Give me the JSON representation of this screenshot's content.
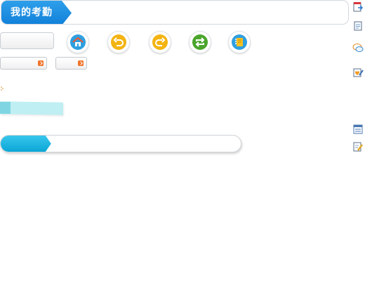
{
  "header": {
    "title": "我的考勤"
  },
  "search": {
    "value": "",
    "placeholder": ""
  },
  "progress": {
    "fraction": 0.21
  },
  "toolbar": {
    "buttons": [
      {
        "name": "home-button",
        "icon": "home-icon",
        "color": "#2f9fe0"
      },
      {
        "name": "back-button",
        "icon": "undo-arrow-icon",
        "color": "#f3b413"
      },
      {
        "name": "forward-button",
        "icon": "redo-arrow-icon",
        "color": "#f3b413"
      },
      {
        "name": "refresh-button",
        "icon": "refresh-icon",
        "color": "#4aa52b"
      },
      {
        "name": "notes-button",
        "icon": "notebook-icon",
        "color": "#2f9fe0"
      }
    ]
  },
  "side_tools": [
    {
      "name": "export-icon"
    },
    {
      "name": "document-icon"
    },
    {
      "name": "chat-icon"
    },
    {
      "name": "heart-edit-icon"
    },
    {
      "name": "list-icon"
    },
    {
      "name": "edit-icon"
    }
  ],
  "colors": {
    "accent": "#1e8fe3",
    "progress": "#12ade0",
    "cyan_bar": "#bfeff2"
  }
}
